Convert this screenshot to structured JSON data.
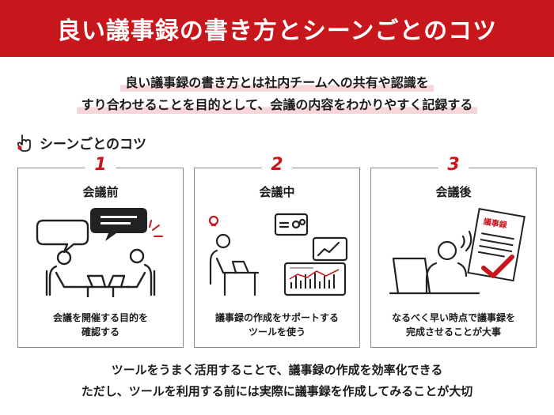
{
  "header": {
    "title": "良い議事録の書き方とシーンごとのコツ"
  },
  "lead": {
    "line1": "良い議事録の書き方とは社内チームへの共有や認識を",
    "line2": "すり合わせることを目的として、会議の内容をわかりやすく記録する"
  },
  "section": {
    "title": "シーンごとのコツ",
    "icon": "pointing-hand-icon"
  },
  "cards": [
    {
      "number": "1",
      "title": "会議前",
      "desc1": "会議を開催する目的を",
      "desc2": "確認する"
    },
    {
      "number": "2",
      "title": "会議中",
      "desc1": "議事録の作成をサポートする",
      "desc2": "ツールを使う"
    },
    {
      "number": "3",
      "title": "会議後",
      "desc1": "なるべく早い時点で議事録を",
      "desc2": "完成させることが大事",
      "doc_label": "議事録"
    }
  ],
  "footer": {
    "line1": "ツールをうまく活用することで、議事録の作成を効率化できる",
    "line2": "ただし、ツールを利用する前には実際に議事録を作成してみることが大切"
  },
  "colors": {
    "brand": "#c8161d",
    "highlight": "#f6d6d8",
    "line": "#222222"
  }
}
